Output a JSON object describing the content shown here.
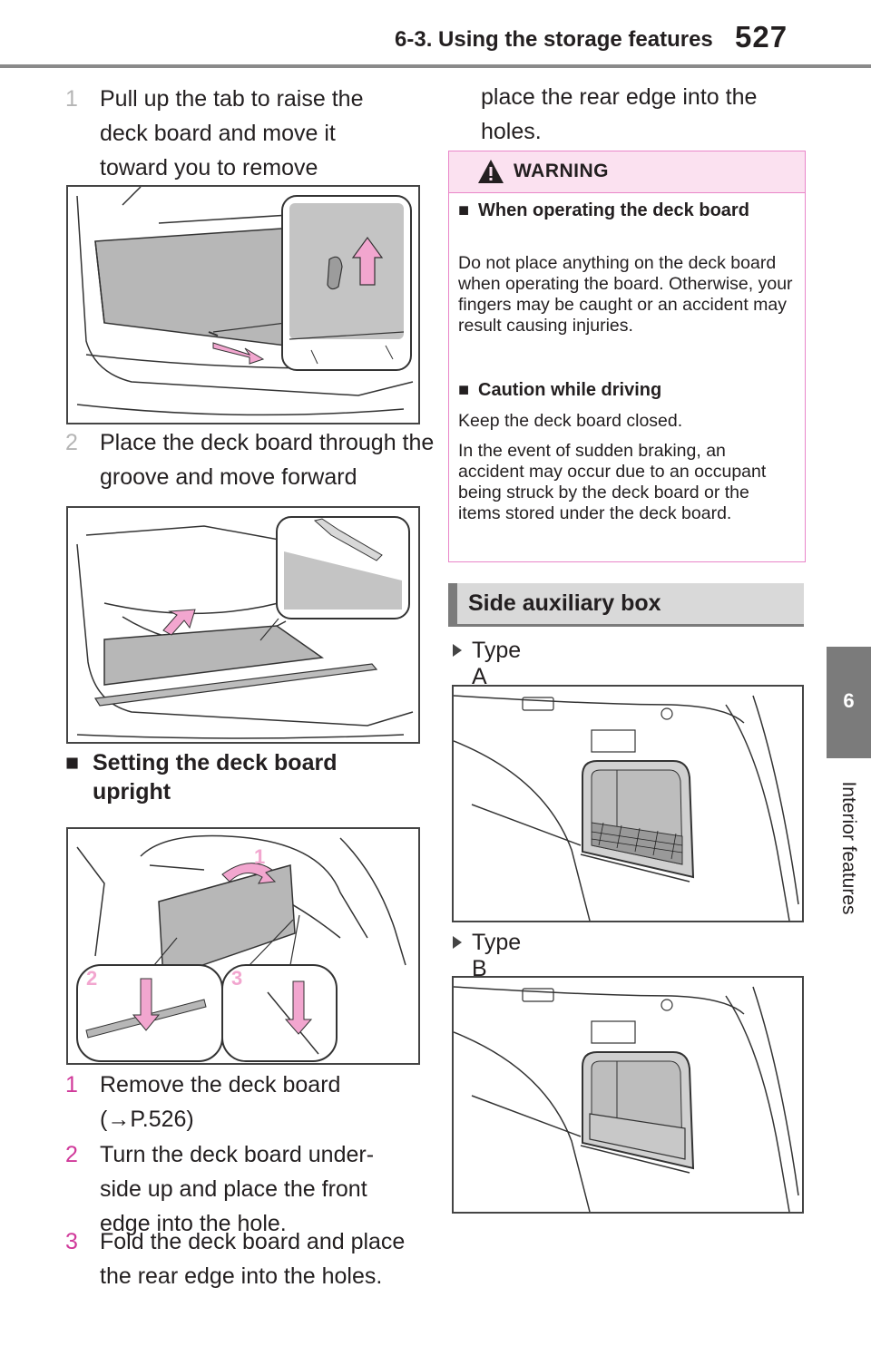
{
  "header": {
    "section": "6-3. Using the storage features",
    "page": "527"
  },
  "side_tab": {
    "number": "6",
    "label": "Interior features"
  },
  "steps_remove": [
    {
      "n": "1",
      "text": "Pull up the tab to raise the deck board and move it toward you to remove"
    },
    {
      "n": "2",
      "text": "Place the deck board through the groove and move forward"
    }
  ],
  "upright": {
    "heading": "Setting the deck board upright",
    "bullet": "■",
    "figure_labels": [
      "1",
      "2",
      "3"
    ],
    "steps": [
      {
        "n": "1",
        "text": "Remove the deck board (→P.526)"
      },
      {
        "n": "2",
        "text": "Turn the deck board under-side up and place the front edge into the hole."
      },
      {
        "n": "3",
        "text": "Fold the deck board and place the rear edge into the holes."
      }
    ]
  },
  "warning": {
    "title": "WARNING",
    "items": [
      {
        "heading": "When operating the deck board",
        "paras": [
          "Do not place anything on the deck board when operating the board. Otherwise, your fingers may be caught or an accident may result causing injuries."
        ]
      },
      {
        "heading": "Caution while driving",
        "paras": [
          "Keep the deck board closed.",
          "In the event of sudden braking, an accident may occur due to an occupant being struck by the deck board or the items stored under the deck board."
        ]
      }
    ]
  },
  "section": {
    "title": "Side auxiliary box",
    "types": [
      "Type A",
      "Type B"
    ]
  },
  "colors": {
    "step_number": "#b5b5b5",
    "step_number_pink": "#d0399a",
    "warning_border": "#e986c9",
    "warning_fill": "#fbe1f0",
    "tab_gray": "#7b7b7b"
  }
}
